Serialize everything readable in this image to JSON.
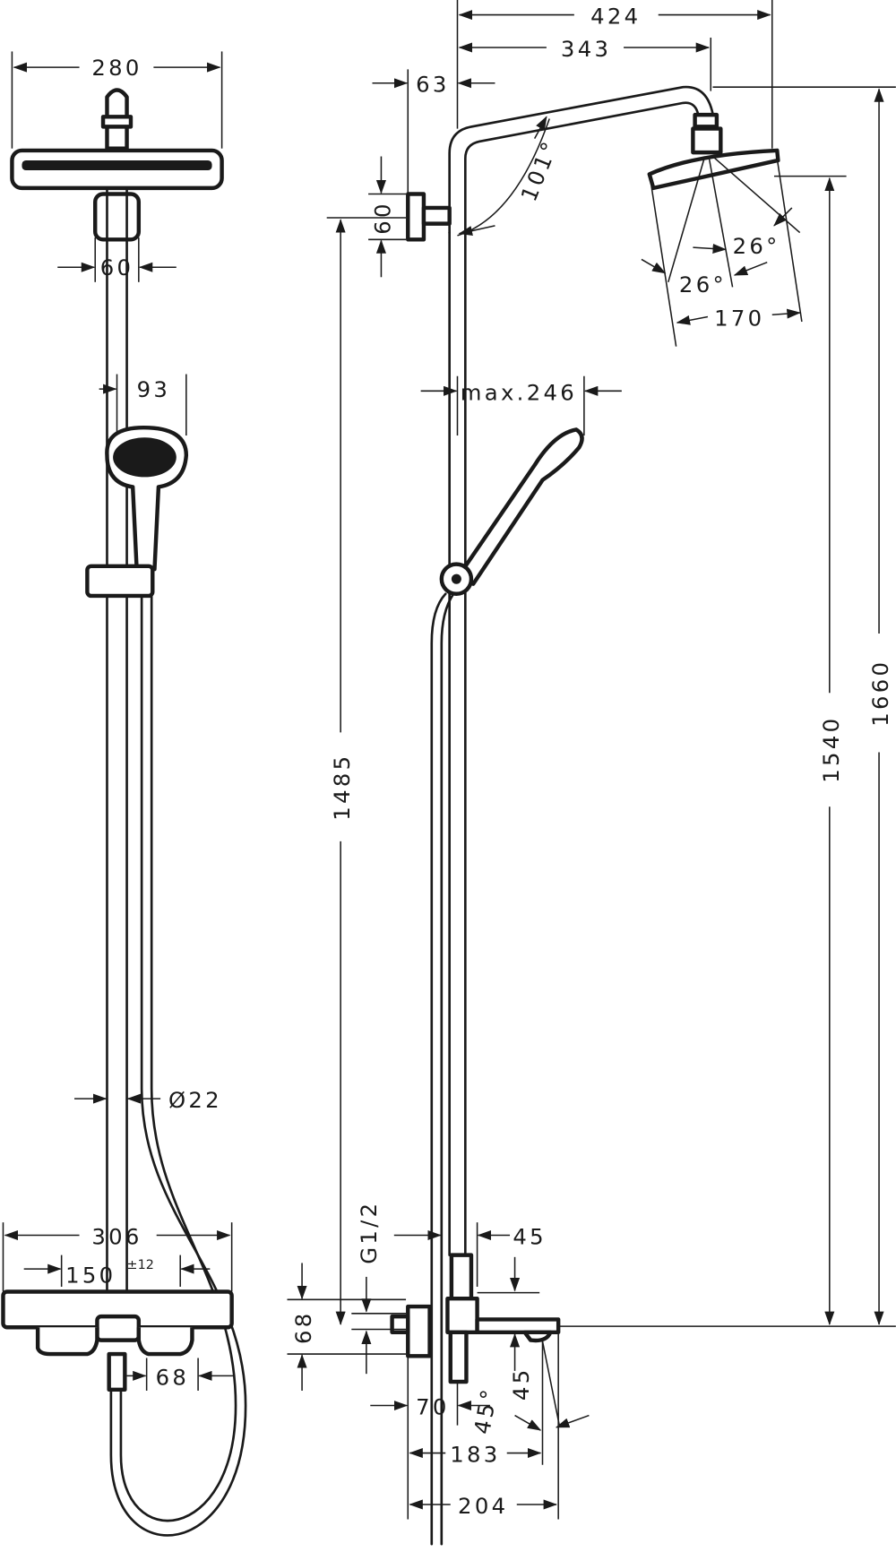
{
  "front_view": {
    "head_width": "280",
    "bracket_width": "60",
    "hand_shower_width": "93",
    "pipe_diameter": "Ø22",
    "thermostat_width": "306",
    "connection_spacing": "150",
    "connection_tolerance": "±12",
    "outlet_width": "68"
  },
  "side_view": {
    "total_projection": "424",
    "arm_projection": "343",
    "wall_bracket_offset": "63",
    "wall_bracket_height": "60",
    "arm_angle": "101°",
    "spray_angle_1": "26°",
    "spray_angle_2": "26°",
    "head_diameter": "170",
    "hand_shower_reach": "max.246",
    "bracket_height": "1485",
    "head_height": "1540",
    "total_height": "1660",
    "thread": "G1/2",
    "riser_offset": "45",
    "mixer_height": "68",
    "mixer_depth": "70",
    "spout_angle": "45°",
    "spout_offset": "45",
    "spout_projection_1": "183",
    "spout_projection_2": "204"
  }
}
